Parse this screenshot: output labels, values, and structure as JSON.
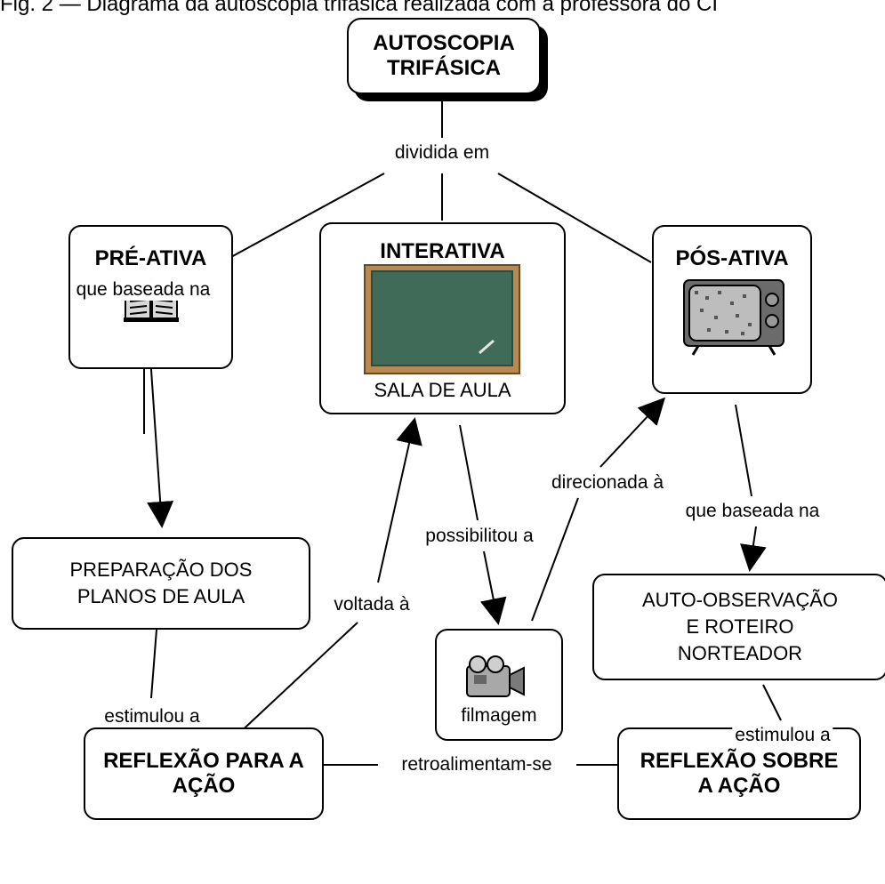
{
  "caption": "Fig. 2 — Diagrama da autoscopia trifásica realizada com a professora do CI",
  "nodes": {
    "autoscopia": "AUTOSCOPIA TRIFÁSICA",
    "pre_ativa": "PRÉ-ATIVA",
    "interativa": "INTERATIVA",
    "sala_de_aula": "SALA DE AULA",
    "pos_ativa": "PÓS-ATIVA",
    "preparacao": "PREPARAÇÃO DOS PLANOS DE AULA",
    "filmagem": "filmagem",
    "auto_observacao": "AUTO-OBSERVAÇÃO E ROTEIRO NORTEADOR",
    "reflexao_para": "REFLEXÃO PARA A AÇÃO",
    "reflexao_sobre": "REFLEXÃO SOBRE A AÇÃO"
  },
  "labels": {
    "dividida_em": "dividida em",
    "que_baseada_na_left": "que baseada na",
    "que_baseada_na_right": "que baseada na",
    "possibilitou_a": "possibilitou a",
    "direcionada_a": "direcionada à",
    "voltada_a": "voltada à",
    "estimulou_a_left": "estimulou a",
    "estimulou_a_right": "estimulou a",
    "retroalimentam_se": "retroalimentam-se"
  }
}
